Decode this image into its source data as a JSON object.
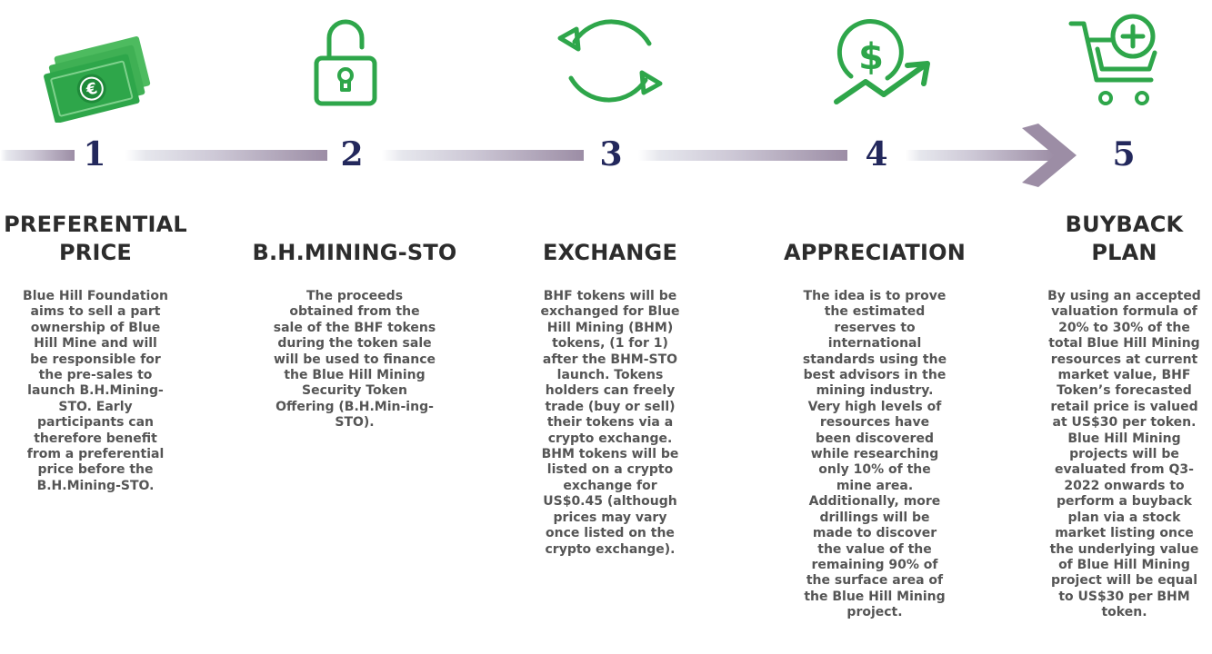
{
  "colors": {
    "icon_green": "#2ea64a",
    "number_navy": "#23285c",
    "title_dark": "#2c2c2c",
    "body_gray": "#555555",
    "timeline_light": "#dcdde6",
    "timeline_dark": "#9c8da5"
  },
  "steps": [
    {
      "number": "1",
      "icon": "banknotes-euro-icon",
      "title_lines": [
        "PREFERENTIAL",
        "PRICE"
      ],
      "body": "Blue Hill Foundation aims to sell a part ownership of Blue Hill Mine and will be responsible for the pre-sales to launch B.H.Mining-STO. Early participants can therefore benefit from a preferential price before the B.H.Mining-STO."
    },
    {
      "number": "2",
      "icon": "unlocked-padlock-icon",
      "title_lines": [
        "B.H.MINING-STO"
      ],
      "body": "The proceeds obtained from the sale of the BHF tokens during the token sale will be used to finance the Blue Hill Mining Security Token Offering (B.H.Min-ing-STO)."
    },
    {
      "number": "3",
      "icon": "exchange-arrows-icon",
      "title_lines": [
        "EXCHANGE"
      ],
      "body": "BHF tokens will be exchanged for Blue Hill Mining (BHM) tokens, (1 for 1) after the BHM-STO launch. Tokens holders can freely trade (buy or sell) their tokens via a crypto exchange. BHM tokens will be listed on a crypto exchange for US$0.45 (although prices may vary once listed on the crypto exchange)."
    },
    {
      "number": "4",
      "icon": "dollar-growth-icon",
      "title_lines": [
        "APPRECIATION"
      ],
      "body": "The idea is to prove the estimated reserves to international standards using the best advisors in the mining industry. Very high levels of resources have been discovered while researching only 10% of the mine area. Additionally, more drillings will be made to discover the value of the remaining 90% of the surface area of the Blue Hill Mining project."
    },
    {
      "number": "5",
      "icon": "cart-add-icon",
      "title_lines": [
        "BUYBACK",
        "PLAN"
      ],
      "body": "By using an accepted valuation formula of 20% to 30% of the total Blue Hill Mining resources at current market value, BHF Token’s forecasted retail price is valued at US$30 per token. Blue Hill Mining projects will be evaluated from Q3-2022 onwards to perform a buyback plan via a stock market listing once the underlying value of Blue Hill Mining project will be equal to US$30 per BHM token."
    }
  ]
}
